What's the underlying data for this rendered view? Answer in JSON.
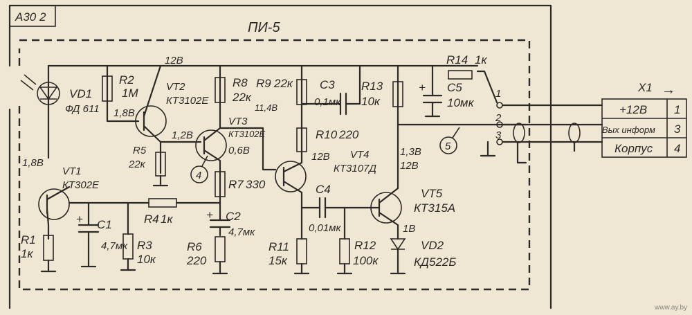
{
  "block_label": "А30 2",
  "title": "ПИ-5",
  "supply_top": "12В",
  "components": {
    "vd1": {
      "name": "VD1",
      "type": "ФД 611"
    },
    "r2": {
      "name": "R2",
      "value": "1М"
    },
    "vt2": {
      "name": "VT2",
      "type": "КТ3102Е"
    },
    "r8": {
      "name": "R8",
      "value": "22к"
    },
    "r9": {
      "name": "R9",
      "value": "22к"
    },
    "c3": {
      "name": "C3",
      "value": "0,1мк"
    },
    "r13": {
      "name": "R13",
      "value": "10к"
    },
    "r14": {
      "name": "R14",
      "value": "1к"
    },
    "c5": {
      "name": "C5",
      "value": "10мк"
    },
    "vt3": {
      "name": "VT3",
      "type": "КТ3102Е"
    },
    "r10": {
      "name": "R10",
      "value": "220"
    },
    "vt4": {
      "name": "VT4",
      "type": "КТ3107Д"
    },
    "vt1": {
      "name": "VT1",
      "type": "КТ302Е"
    },
    "r5": {
      "name": "R5",
      "value": "22к"
    },
    "r7": {
      "name": "R7",
      "value": "330"
    },
    "c4": {
      "name": "C4",
      "value": "0,01мк"
    },
    "vt5": {
      "name": "VT5",
      "type": "КТ315А"
    },
    "r4": {
      "name": "R4",
      "value": "1к"
    },
    "c2": {
      "name": "C2",
      "value": "4,7мк"
    },
    "c1": {
      "name": "C1",
      "value": "4,7мк"
    },
    "r3": {
      "name": "R3",
      "value": "10к"
    },
    "r1": {
      "name": "R1",
      "value": "1к"
    },
    "r6": {
      "name": "R6",
      "value": "220"
    },
    "r11": {
      "name": "R11",
      "value": "15к"
    },
    "r12": {
      "name": "R12",
      "value": "100к"
    },
    "vd2": {
      "name": "VD2",
      "type": "КД522Б"
    }
  },
  "voltages": {
    "vt2_base": "1,8В",
    "vt1_base": "1,8В",
    "vt3_base": "1,2В",
    "vt3_emitter": "0,6В",
    "vt3_collector": "11,4В",
    "vt4_emitter": "12В",
    "vt5_base": "1,3В",
    "vt5_collector": "12В",
    "vt5_emitter": "1В"
  },
  "markers": {
    "m4": "4",
    "m5": "5"
  },
  "pins": [
    "1",
    "2",
    "3"
  ],
  "connector": {
    "name": "X1",
    "arrow": "→",
    "rows": [
      {
        "label": "+12В",
        "num": "1"
      },
      {
        "label": "Вых информ",
        "num": "3"
      },
      {
        "label": "Корпус",
        "num": "4"
      }
    ]
  },
  "watermark": "www.ay.by"
}
